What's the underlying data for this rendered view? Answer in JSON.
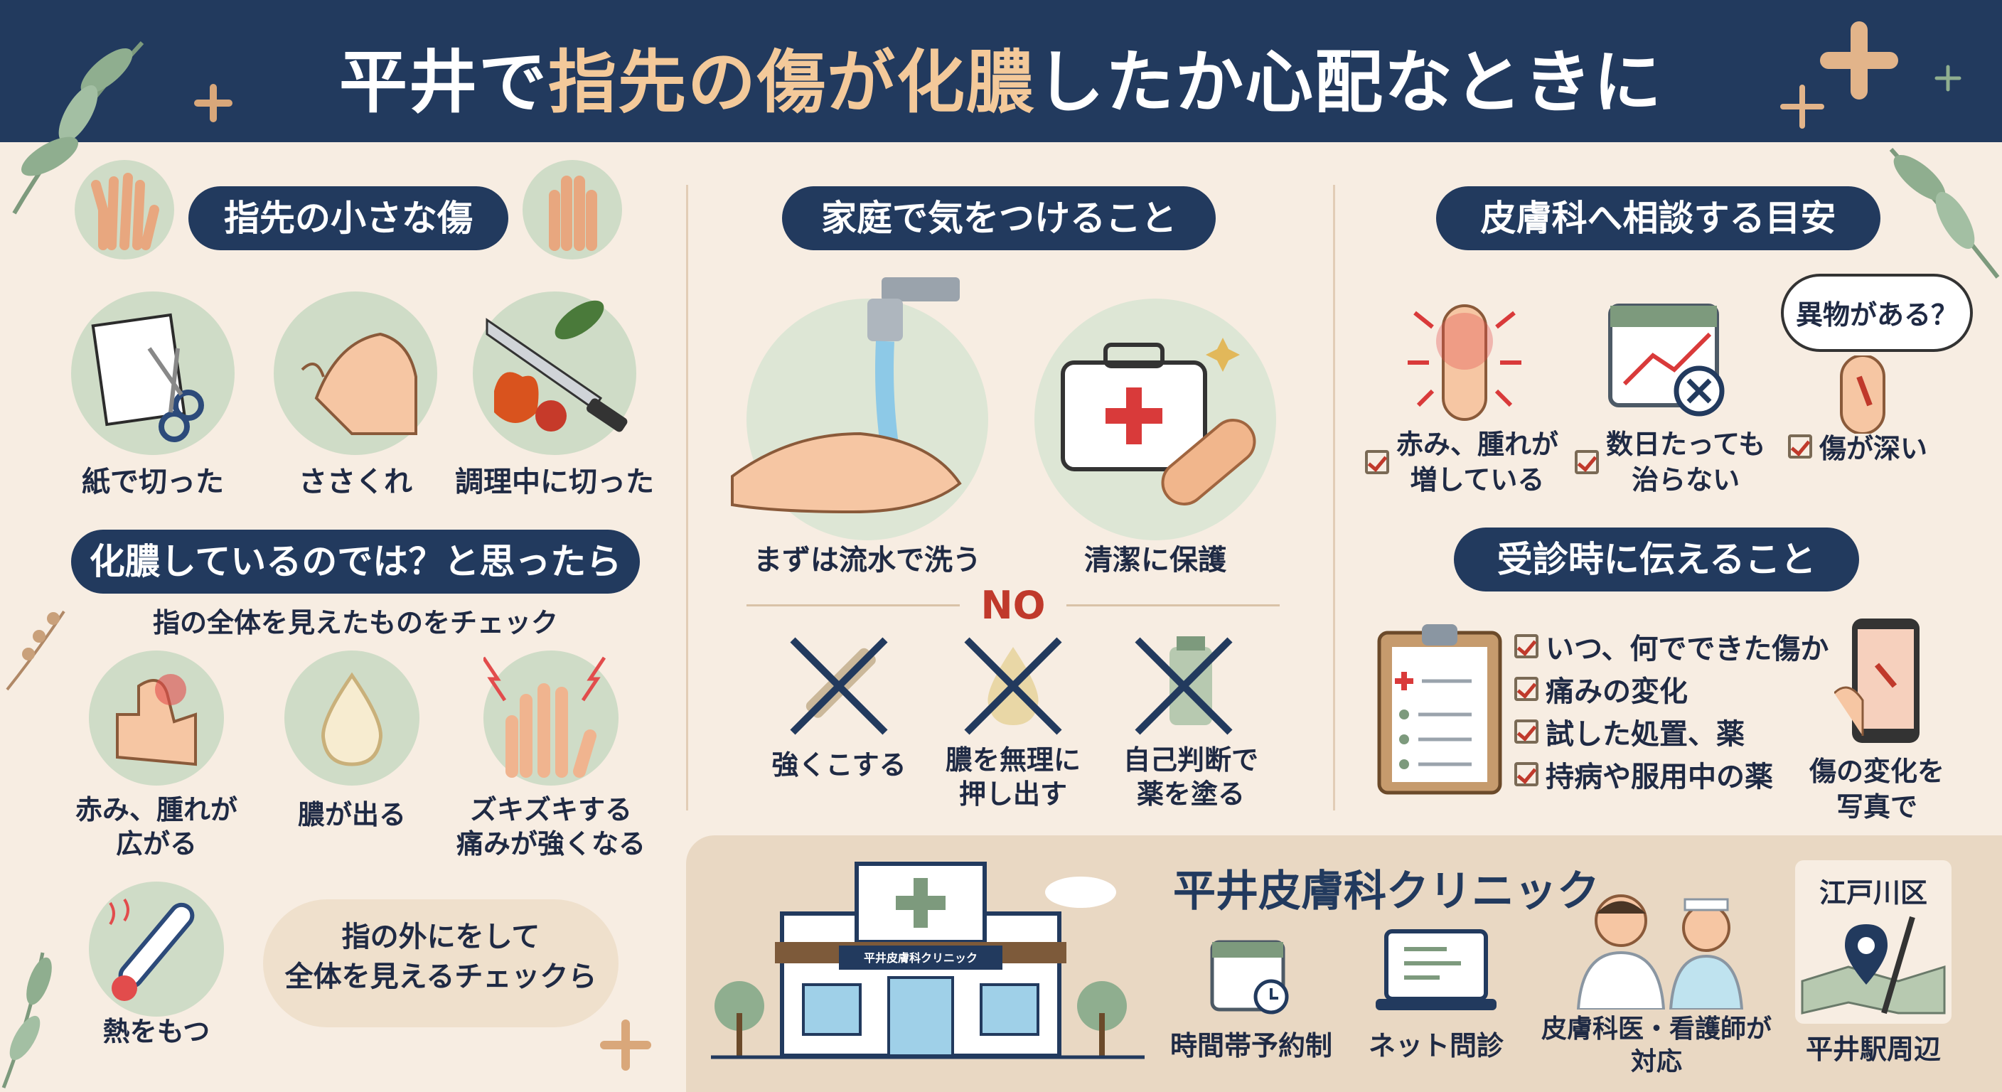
{
  "header": {
    "title_prefix": "平井で",
    "title_accent": "指先の傷が化膿",
    "title_suffix": "したか心配なときに"
  },
  "left": {
    "small_wounds": {
      "heading": "指先の小さな傷",
      "items": [
        "紙で切った",
        "ささくれ",
        "調理中に切った"
      ]
    },
    "suspect": {
      "heading": "化膿しているのでは？と思ったら",
      "subheading": "指の全体を見えたものをチェック",
      "items": [
        "赤み、腫れが\n広がる",
        "膿が出る",
        "ズキズキする\n痛みが強くなる"
      ],
      "fever": "熱をもつ",
      "bubble": "指の外にをして\n全体を見えるチェックら"
    }
  },
  "middle": {
    "heading": "家庭で気をつけること",
    "items": [
      "まずは流水で洗う",
      "清潔に保護"
    ],
    "no_label": "NO",
    "no_items": [
      "強くこする",
      "膿を無理に\n押し出す",
      "自己判断で\n薬を塗る"
    ]
  },
  "right": {
    "consult": {
      "heading": "皮膚科へ相談する目安",
      "bubble": "異物がある？",
      "items": [
        "赤み、腫れが\n増している",
        "数日たっても\n治らない",
        "傷が深い"
      ]
    },
    "tell": {
      "heading": "受診時に伝えること",
      "items": [
        "いつ、何でできた傷か",
        "痛みの変化",
        "試した処置、薬",
        "持病や服用中の薬"
      ],
      "photo": "傷の変化を\n写真で"
    }
  },
  "clinic": {
    "name": "平井皮膚科クリニック",
    "sign": "平井皮膚科クリニック",
    "features": [
      "時間帯予約制",
      "ネット問診",
      "皮膚科医・看護師が\n対応"
    ],
    "area": "江戸川区",
    "station": "平井駅周辺"
  },
  "colors": {
    "navy": "#223a5e",
    "accent": "#f3c99a",
    "sage": "#cfdcc7",
    "cream": "#f7ede2",
    "red": "#c0392b"
  }
}
